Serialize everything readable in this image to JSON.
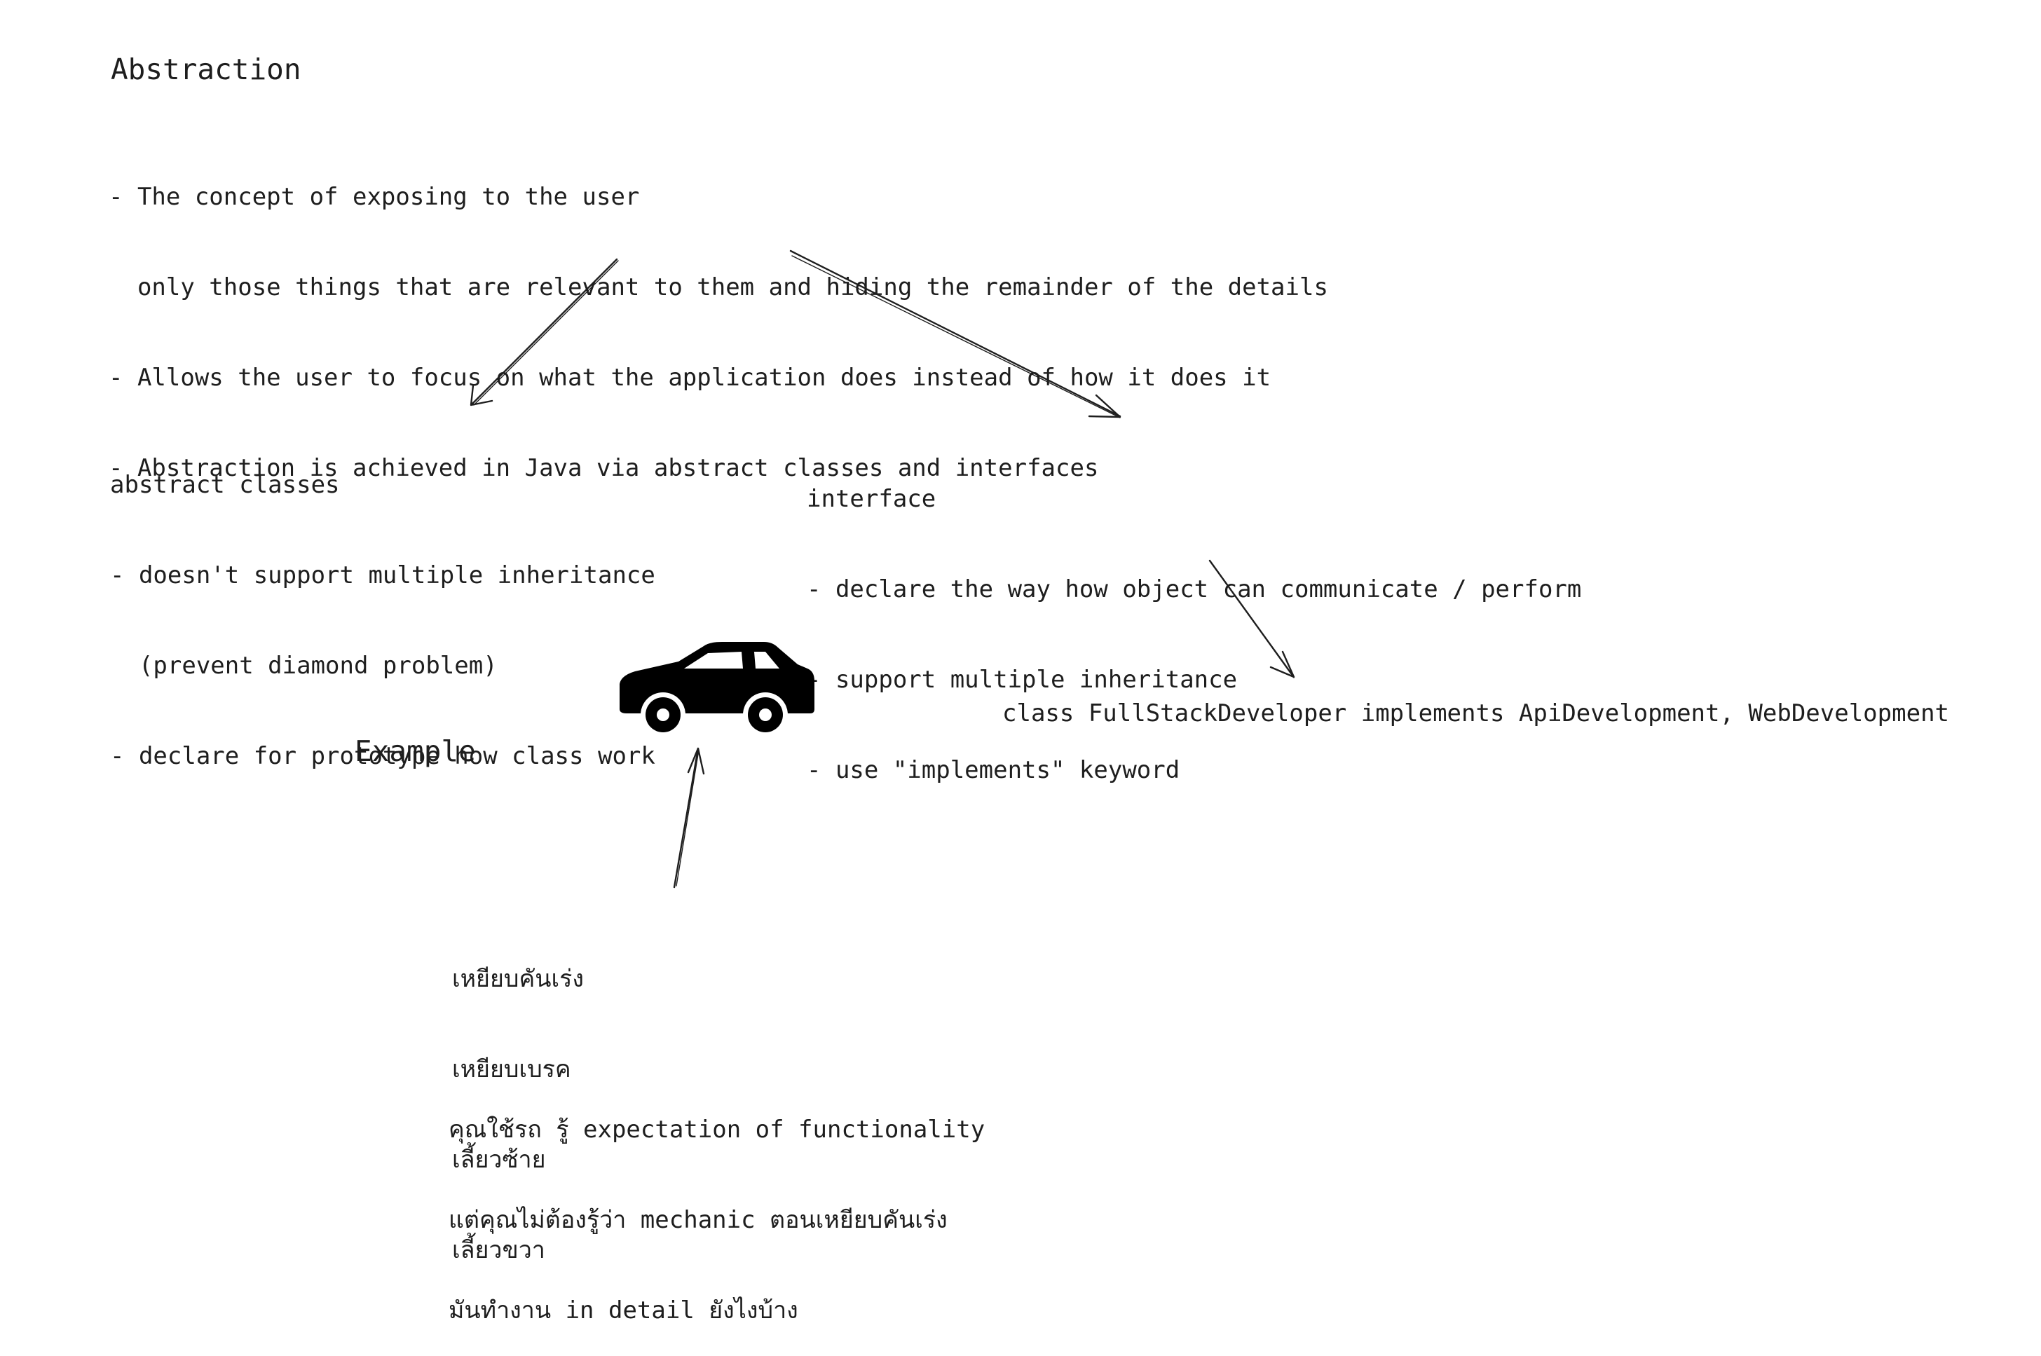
{
  "title": "Abstraction",
  "abstraction_points": [
    "- The concept of exposing to the user",
    "  only those things that are relevant to them and hiding the remainder of the details",
    "- Allows the user to focus on what the application does instead of how it does it",
    "- Abstraction is achieved in Java via abstract classes and interfaces"
  ],
  "abstract_classes": {
    "title": "abstract classes",
    "lines": [
      "- doesn't support multiple inheritance",
      "  (prevent diamond problem)",
      "- declare for prototype how class work"
    ]
  },
  "interface": {
    "title": "interface",
    "lines": [
      "- declare the way how object can communicate / perform",
      "- support multiple inheritance",
      "- use \"implements\" keyword"
    ]
  },
  "interface_example": "class FullStackDeveloper implements ApiDevelopment, WebDevelopment",
  "example_label": "Example",
  "car_icon": "car-icon",
  "car_actions": [
    "เหยียบคันเร่ง",
    "เหยียบเบรค",
    "เลี้ยวซ้าย",
    "เลี้ยวขวา"
  ],
  "car_explanation": [
    "คุณใช้รถ รู้ expectation of functionality",
    "แต่คุณไม่ต้องรู้ว่า mechanic ตอนเหยียบคันเร่ง",
    "มันทำงาน in detail ยังไงบ้าง"
  ],
  "stroke_color": "#1e1e1e",
  "background_color": "#ffffff"
}
